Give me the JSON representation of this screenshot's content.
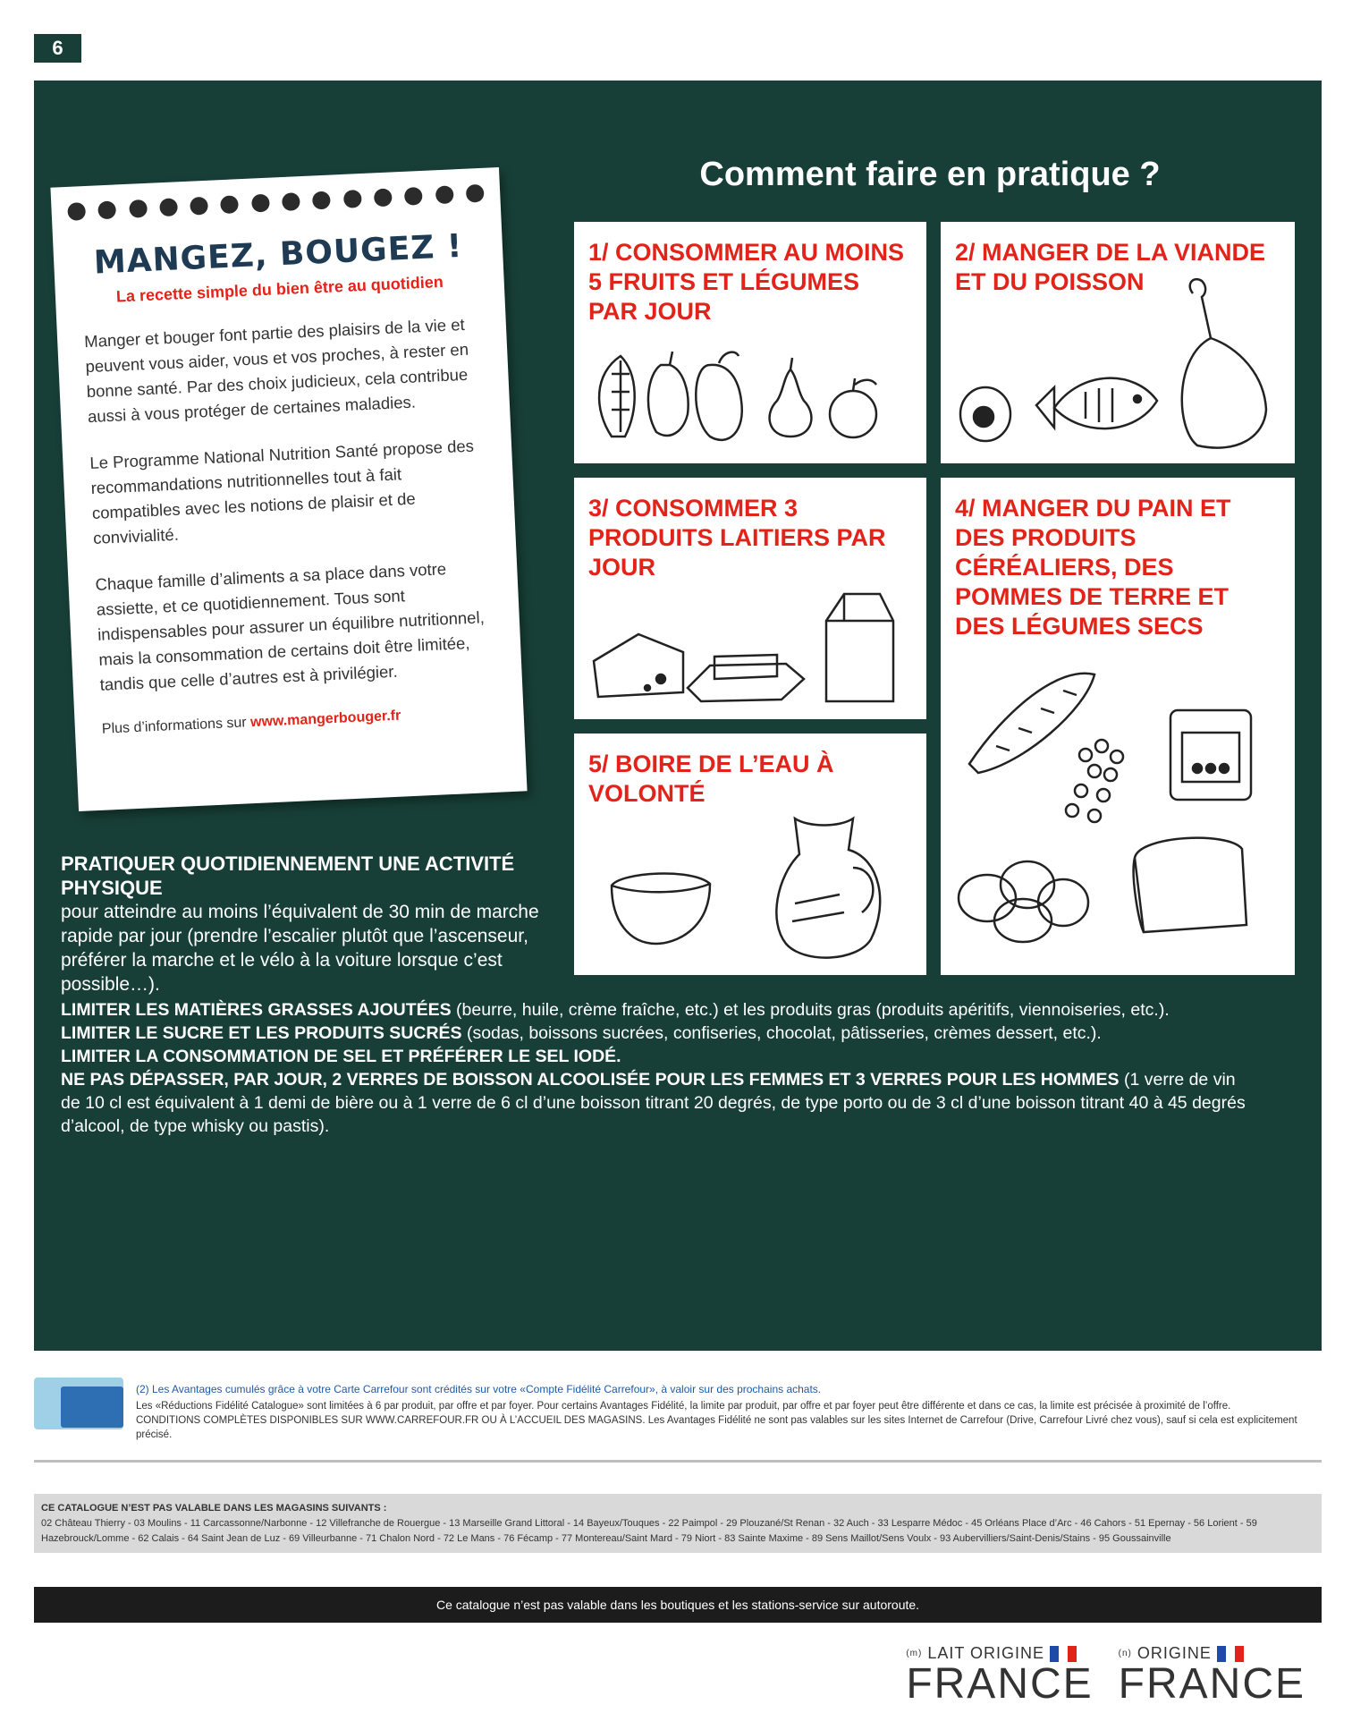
{
  "page_number": "6",
  "note": {
    "title": "MANGEZ, BOUGEZ !",
    "subtitle": "La recette simple du bien être au quotidien",
    "paragraphs": [
      "Manger et bouger font partie des plaisirs de la vie et peuvent vous aider, vous et vos proches, à rester en bonne santé. Par des choix judicieux, cela contribue aussi à vous protéger de certaines maladies.",
      "Le Programme National Nutrition Santé propose des recommandations nutritionnelles tout à fait compatibles avec les notions de plaisir et de convivialité.",
      "Chaque famille d’aliments a sa place dans votre assiette, et ce quotidiennement. Tous sont indispensables pour assurer un équilibre nutritionnel, mais la consommation de certains doit être limitée, tandis que celle d’autres est à privilégier."
    ],
    "more_prefix": "Plus d’informations sur ",
    "more_link": "www.mangerbouger.fr"
  },
  "practice": {
    "title": "Comment  faire en pratique ?",
    "cards": [
      {
        "label": "1/ CONSOMMER AU MOINS 5 FRUITS ET LÉGUMES PAR JOUR"
      },
      {
        "label": "2/ MANGER DE LA VIANDE ET DU POISSON"
      },
      {
        "label": "3/ CONSOMMER 3 PRODUITS LAITIERS PAR JOUR"
      },
      {
        "label": "4/ MANGER DU PAIN ET DES PRODUITS CÉRÉALIERS, DES POMMES DE TERRE ET DES LÉGUMES SECS"
      },
      {
        "label": "5/ BOIRE DE L’EAU À VOLONTÉ"
      }
    ]
  },
  "activity": {
    "heading": "PRATIQUER QUOTIDIENNEMENT UNE ACTIVITÉ PHYSIQUE",
    "text": "pour atteindre au moins l’équivalent de 30 min de marche rapide par jour (prendre l’escalier plutôt que l’ascenseur, préférer la marche et le vélo à la voiture lorsque c’est possible…)."
  },
  "rules": [
    {
      "bold": "LIMITER LES MATIÈRES GRASSES AJOUTÉES",
      "text": " (beurre, huile, crème fraîche, etc.) et les produits gras (produits apéritifs, viennoiseries, etc.)."
    },
    {
      "bold": "LIMITER LE SUCRE ET LES PRODUITS SUCRÉS",
      "text": " (sodas, boissons sucrées, confiseries, chocolat, pâtisseries, crèmes dessert, etc.)."
    },
    {
      "bold": "LIMITER LA CONSOMMATION DE SEL ET PRÉFÉRER LE SEL IODÉ.",
      "text": ""
    },
    {
      "bold": "NE PAS DÉPASSER, PAR JOUR, 2 VERRES DE BOISSON ALCOOLISÉE POUR LES FEMMES ET 3 VERRES POUR LES HOMMES",
      "text": " (1 verre de vin de 10 cl est équivalent à 1 demi de bière ou à 1 verre de 6 cl d’une boisson titrant 20 degrés, de type porto ou de 3 cl d’une boisson titrant 40 à 45 degrés d’alcool, de type whisky ou pastis)."
    }
  ],
  "fidelite": {
    "line1": "(2) Les Avantages cumulés grâce à votre Carte Carrefour sont crédités sur votre «Compte Fidélité Carrefour», à valoir sur des prochains achats.",
    "line2": "Les «Réductions Fidélité Catalogue» sont limitées à 6 par produit, par offre et par foyer. Pour certains Avantages Fidélité, la limite par produit, par offre et par foyer peut être différente et dans ce cas, la limite est précisée à proximité de l’offre.",
    "line3": "CONDITIONS COMPLÈTES DISPONIBLES SUR WWW.CARREFOUR.FR OU À L’ACCUEIL DES MAGASINS. Les Avantages Fidélité ne sont pas valables sur les sites Internet de Carrefour (Drive, Carrefour Livré chez vous), sauf si cela est explicitement précisé."
  },
  "stores": {
    "heading": "CE CATALOGUE N’EST PAS VALABLE DANS LES MAGASINS SUIVANTS :",
    "list": "02 Château Thierry - 03 Moulins - 11 Carcassonne/Narbonne - 12 Villefranche de Rouergue - 13 Marseille Grand Littoral - 14 Bayeux/Touques - 22 Paimpol - 29 Plouzané/St Renan - 32 Auch - 33 Lesparre Médoc - 45 Orléans Place d’Arc - 46 Cahors - 51 Epernay - 56 Lorient - 59 Hazebrouck/Lomme - 62 Calais - 64 Saint Jean de Luz - 69 Villeurbanne - 71 Chalon Nord - 72 Le Mans - 76 Fécamp - 77 Montereau/Saint Mard - 79 Niort - 83 Sainte Maxime - 89 Sens Maillot/Sens Voulx - 93 Aubervilliers/Saint-Denis/Stains - 95 Goussainville"
  },
  "bottom_bar": "Ce catalogue n’est pas valable dans les boutiques et les stations-service sur autoroute.",
  "badges": [
    {
      "small": "LAIT ORIGINE",
      "big": "FRANCE",
      "mark": "(m)"
    },
    {
      "small": "ORIGINE",
      "big": "FRANCE",
      "mark": "(n)"
    }
  ],
  "colors": {
    "background_green": "#173f37",
    "accent_red": "#e2231a",
    "flag_blue": "#1f4aa8",
    "flag_red": "#e2231a"
  }
}
